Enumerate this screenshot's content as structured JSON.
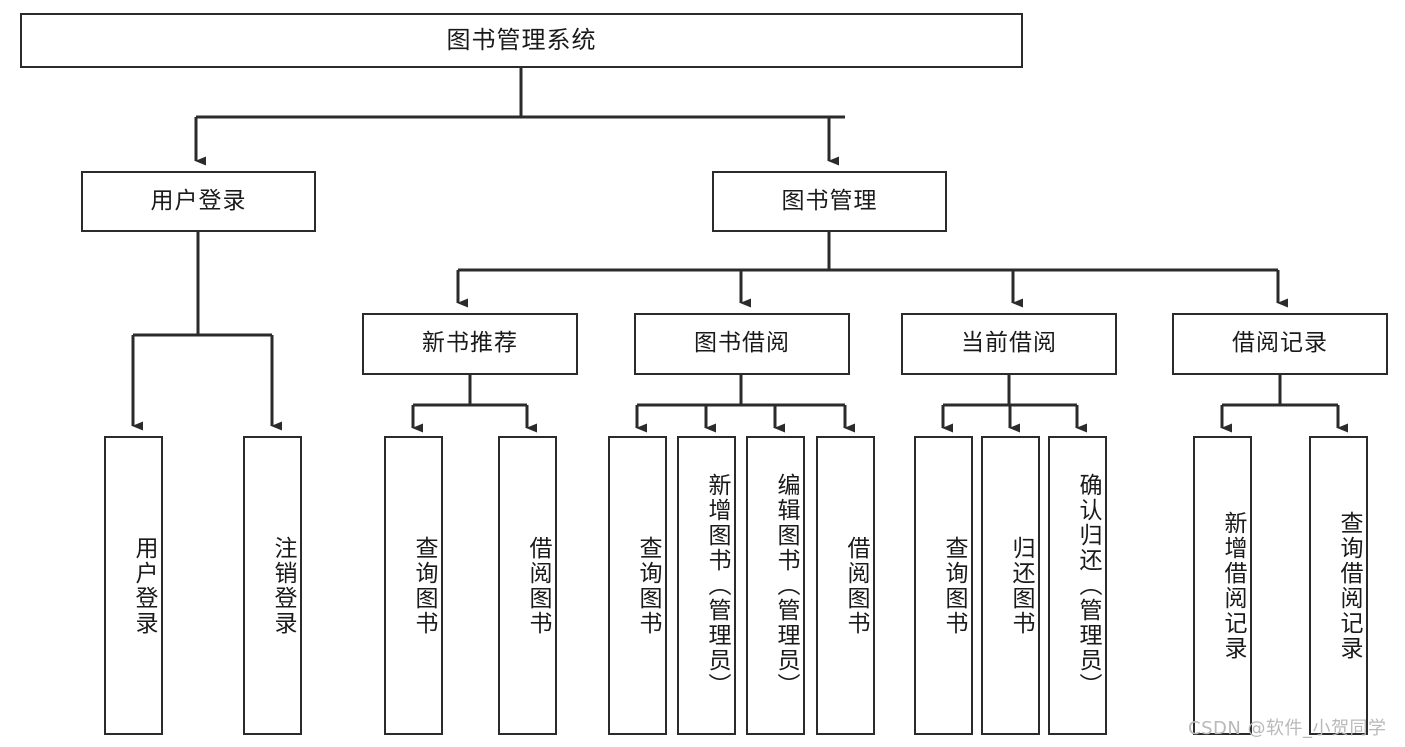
{
  "diagram": {
    "type": "tree",
    "title": "图书管理系统",
    "orientation": "top-down",
    "colors": {
      "box_border": "#2b2b2b",
      "box_fill": "#ffffff",
      "edge": "#2b2b2b",
      "text": "#1a1a1a",
      "watermark": "#b9b9b9",
      "background": "#ffffff"
    },
    "nodes": {
      "root": {
        "label": "图书管理系统"
      },
      "level2": [
        {
          "id": "user-login",
          "label": "用户登录"
        },
        {
          "id": "book-manage",
          "label": "图书管理"
        }
      ],
      "level3": [
        {
          "id": "new-book-recommend",
          "label": "新书推荐"
        },
        {
          "id": "book-borrow",
          "label": "图书借阅"
        },
        {
          "id": "current-borrow",
          "label": "当前借阅"
        },
        {
          "id": "borrow-record",
          "label": "借阅记录"
        }
      ],
      "leaves": {
        "user-login": [
          {
            "id": "leaf-user-login",
            "label": "用户登录"
          },
          {
            "id": "leaf-user-logout",
            "label": "注销登录"
          }
        ],
        "new-book-recommend": [
          {
            "id": "leaf-query-book-1",
            "label": "查询图书"
          },
          {
            "id": "leaf-borrow-book-1",
            "label": "借阅图书"
          }
        ],
        "book-borrow": [
          {
            "id": "leaf-query-book-2",
            "label": "查询图书"
          },
          {
            "id": "leaf-add-book",
            "label": "新增图书（管理员）"
          },
          {
            "id": "leaf-edit-book",
            "label": "编辑图书（管理员）"
          },
          {
            "id": "leaf-borrow-book-2",
            "label": "借阅图书"
          }
        ],
        "current-borrow": [
          {
            "id": "leaf-query-book-3",
            "label": "查询图书"
          },
          {
            "id": "leaf-return-book",
            "label": "归还图书"
          },
          {
            "id": "leaf-confirm-return",
            "label": "确认归还（管理员）"
          }
        ],
        "borrow-record": [
          {
            "id": "leaf-add-record",
            "label": "新增借阅记录"
          },
          {
            "id": "leaf-query-record",
            "label": "查询借阅记录"
          }
        ]
      }
    },
    "watermark": "CSDN @软件_小贺同学"
  }
}
